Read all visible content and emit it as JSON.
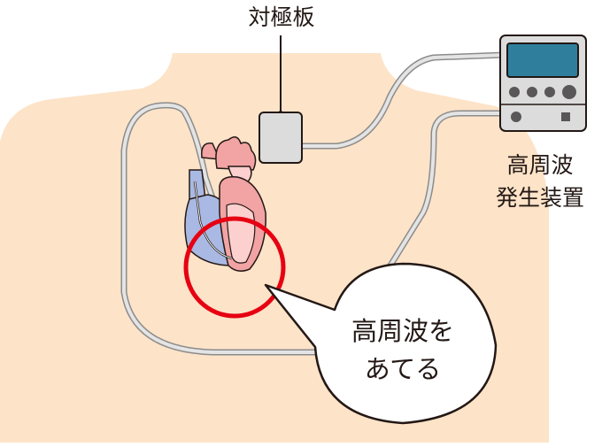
{
  "labels": {
    "electrode_pad": "対極板",
    "generator_line1": "高周波",
    "generator_line2": "発生装置",
    "bubble_line1": "高周波を",
    "bubble_line2": "あてる"
  },
  "colors": {
    "skin": "#fde3c8",
    "cable": "#c9c9c9",
    "device_body": "#dcdcdc",
    "device_screen": "#2f7f9c",
    "heart_red": "#f2a3a3",
    "heart_blue": "#a9b9e3",
    "highlight_ring": "#e60012",
    "outline": "#231815"
  },
  "icons": {
    "device_knob": "circle-knob",
    "device_switch": "square-switch"
  }
}
